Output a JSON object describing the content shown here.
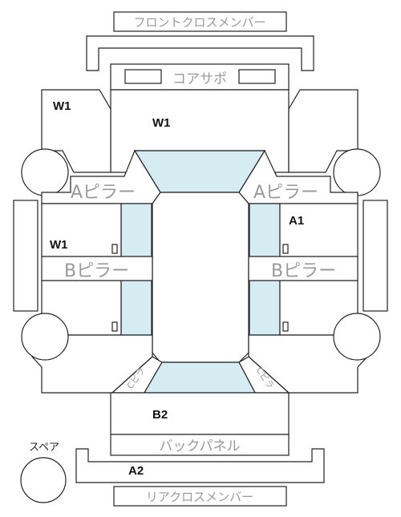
{
  "labels": {
    "front_cross_member": "フロントクロスメンバー",
    "core_support": "コアサポ",
    "a_pillar_left": "Aピラー",
    "a_pillar_right": "Aピラー",
    "b_pillar_left": "Bピラー",
    "b_pillar_right": "Bピラー",
    "back_panel": "バックパネル",
    "rear_cross_member": "リアクロスメンバー",
    "spare": "スペア",
    "c_pillar_left": "Cピラ",
    "c_pillar_right": "Cピラ"
  },
  "grades": {
    "hood": "W1",
    "front_left_fender": "W1",
    "left_door": "W1",
    "right_front_door": "A1",
    "trunk": "B2",
    "rear_panel": "A2"
  },
  "colors": {
    "glass": "#d6ecf3",
    "outline": "#222222",
    "pillar_text": "#9a9a9a"
  }
}
